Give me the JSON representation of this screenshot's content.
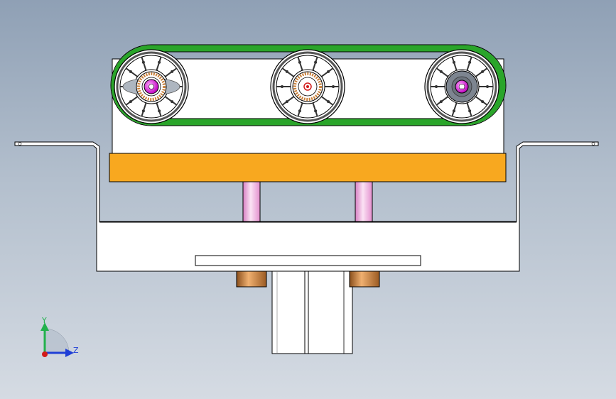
{
  "viewport": {
    "background_top": "#8fa0b5",
    "background_bottom": "#d5dbe3"
  },
  "triad": {
    "y_label": "Y",
    "z_label": "Z",
    "y_color": "#22b14c",
    "z_color": "#1f3fd6",
    "x_color": "#d21a1a"
  },
  "colors": {
    "belt": "#2aa52a",
    "orange_plate": "#f8a81f",
    "pink_rod": "#f3a9df",
    "bushing": "#c9803a",
    "hub": "#e020e0",
    "outline": "#000000",
    "part_fill": "#ffffff"
  },
  "assembly": {
    "pulleys": [
      {
        "name": "left-pulley",
        "hub": "magenta-bearing"
      },
      {
        "name": "center-pulley",
        "hub": "red-bearing"
      },
      {
        "name": "right-pulley",
        "hub": "magenta-hex"
      }
    ],
    "guide_rods": 2,
    "bushings": 2
  }
}
